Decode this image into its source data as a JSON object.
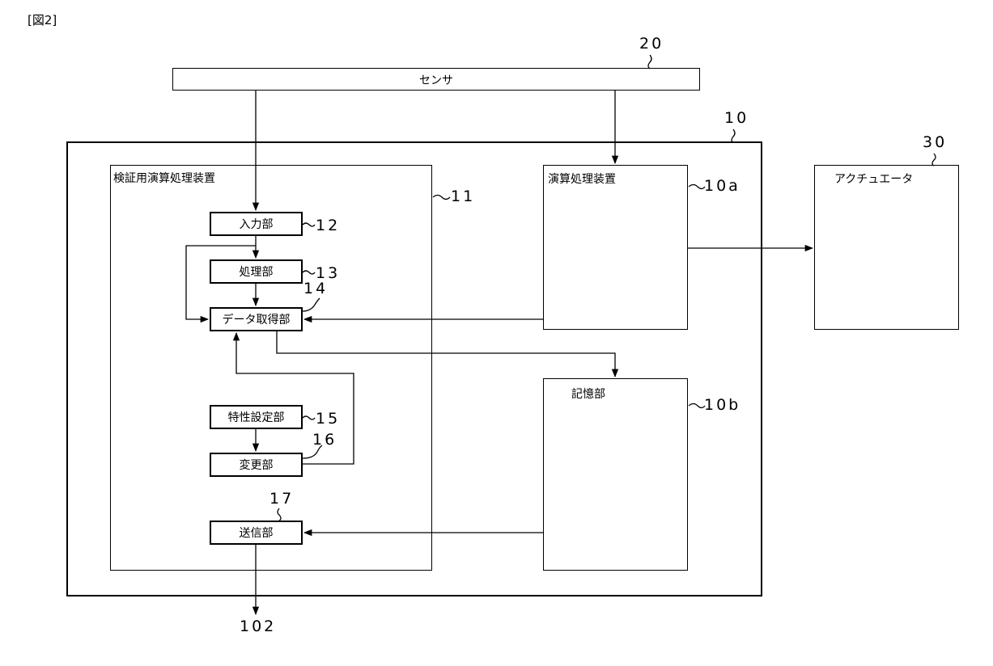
{
  "figure_label": "[図2]",
  "sensor": {
    "label": "センサ",
    "ref": "20"
  },
  "device": {
    "ref": "10"
  },
  "verification": {
    "title": "検証用演算処理装置",
    "ref": "11",
    "blocks": {
      "input": {
        "label": "入力部",
        "ref": "12"
      },
      "processing": {
        "label": "処理部",
        "ref": "13"
      },
      "data_acquisition": {
        "label": "データ取得部",
        "ref": "14"
      },
      "characteristic_setting": {
        "label": "特性設定部",
        "ref": "15"
      },
      "change": {
        "label": "変更部",
        "ref": "16"
      },
      "transmission": {
        "label": "送信部",
        "ref": "17"
      }
    }
  },
  "processor": {
    "label": "演算処理装置",
    "ref": "10a"
  },
  "storage": {
    "label": "記憶部",
    "ref": "10b"
  },
  "actuator": {
    "label": "アクチュエータ",
    "ref": "30"
  },
  "output_ref": "102"
}
